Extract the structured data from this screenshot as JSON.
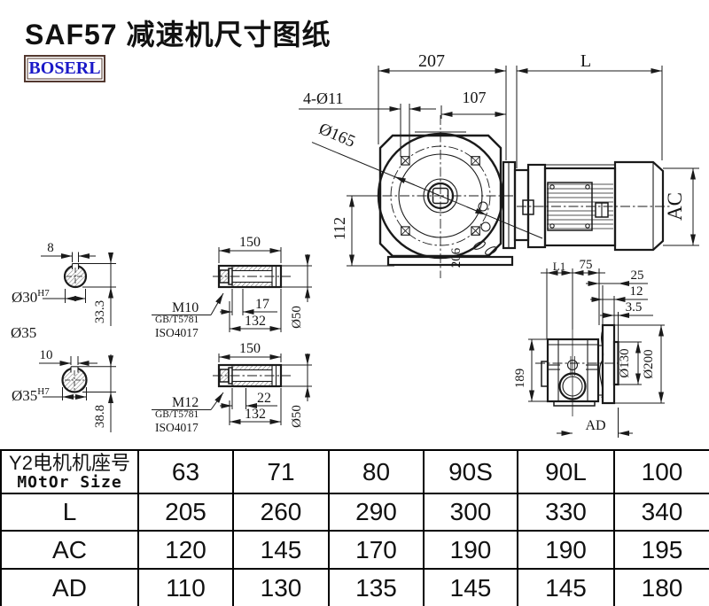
{
  "title": "SAF57 减速机尺寸图纸",
  "logo": "BOSERL",
  "colors": {
    "accent_blue": "#1a19c8",
    "logo_border": "#53382f",
    "ink": "#1a1a1a"
  },
  "main_view": {
    "overall_width": "207",
    "motor_length": "L",
    "center_to_face": "107",
    "bolt_holes": "4-Ø11",
    "flange_dia": "Ø165",
    "center_height": "112",
    "case_width": "206",
    "motor_dia": "AC"
  },
  "shaft_sections": {
    "first": {
      "key_width": "8",
      "bore": "Ø30",
      "tolerance": "H7",
      "key_depth": "33.3"
    },
    "outer_dia_label": "Ø35",
    "second": {
      "key_width": "10",
      "bore": "Ø35",
      "tolerance": "H7",
      "key_depth": "38.8"
    }
  },
  "shaft_details": {
    "first": {
      "length": "150",
      "bolt_len": "17",
      "hub_len": "132",
      "dia": "Ø50",
      "bolt": "M10",
      "standard_gb": "GB/T5781",
      "standard_iso": "ISO4017"
    },
    "second": {
      "length": "150",
      "bolt_len": "22",
      "hub_len": "132",
      "dia": "Ø50",
      "bolt": "M12",
      "standard_gb": "GB/T5781",
      "standard_iso": "ISO4017"
    }
  },
  "side_view": {
    "l1": "L1",
    "d75": "75",
    "d25": "25",
    "d12": "12",
    "d3_5": "3.5",
    "height": "189",
    "spigot_dia": "Ø130",
    "flange_dia": "Ø200",
    "ad": "AD"
  },
  "table": {
    "header_cn": "Y2电机机座号",
    "header_en": "MOtOr Size",
    "columns": [
      "63",
      "71",
      "80",
      "90S",
      "90L",
      "100"
    ],
    "rows": [
      {
        "label": "L",
        "values": [
          "205",
          "260",
          "290",
          "300",
          "330",
          "340"
        ]
      },
      {
        "label": "AC",
        "values": [
          "120",
          "145",
          "170",
          "190",
          "190",
          "195"
        ]
      },
      {
        "label": "AD",
        "values": [
          "110",
          "130",
          "135",
          "145",
          "145",
          "180"
        ]
      }
    ]
  }
}
